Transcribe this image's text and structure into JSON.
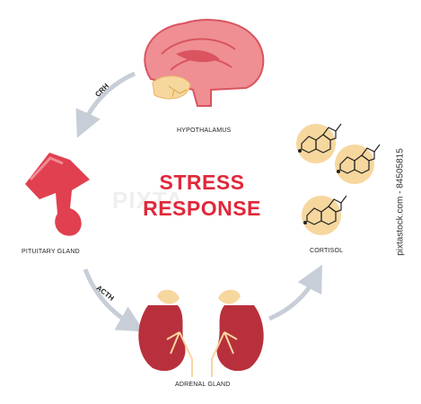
{
  "title": {
    "line1": "STRESS",
    "line2": "RESPONSE"
  },
  "labels": {
    "hypothalamus": "HYPOTHALAMUS",
    "pituitary": "PITUITARY GLAND",
    "adrenal": "ADRENAL GLAND",
    "cortisol": "CORTISOL"
  },
  "steps": {
    "crh": "CRH",
    "acth": "ACTH"
  },
  "image_id": "pixtastock.com - 84505815",
  "watermark": "PIXTA",
  "colors": {
    "title": "#e0283a",
    "arrow": "#c7ced8",
    "brain": "#ef8f93",
    "brain_dark": "#d9545f",
    "cerebellum": "#f6d79e",
    "gland": "#e0404f",
    "kidney": "#b8303c",
    "molecule_bg": "#f6d79e"
  }
}
